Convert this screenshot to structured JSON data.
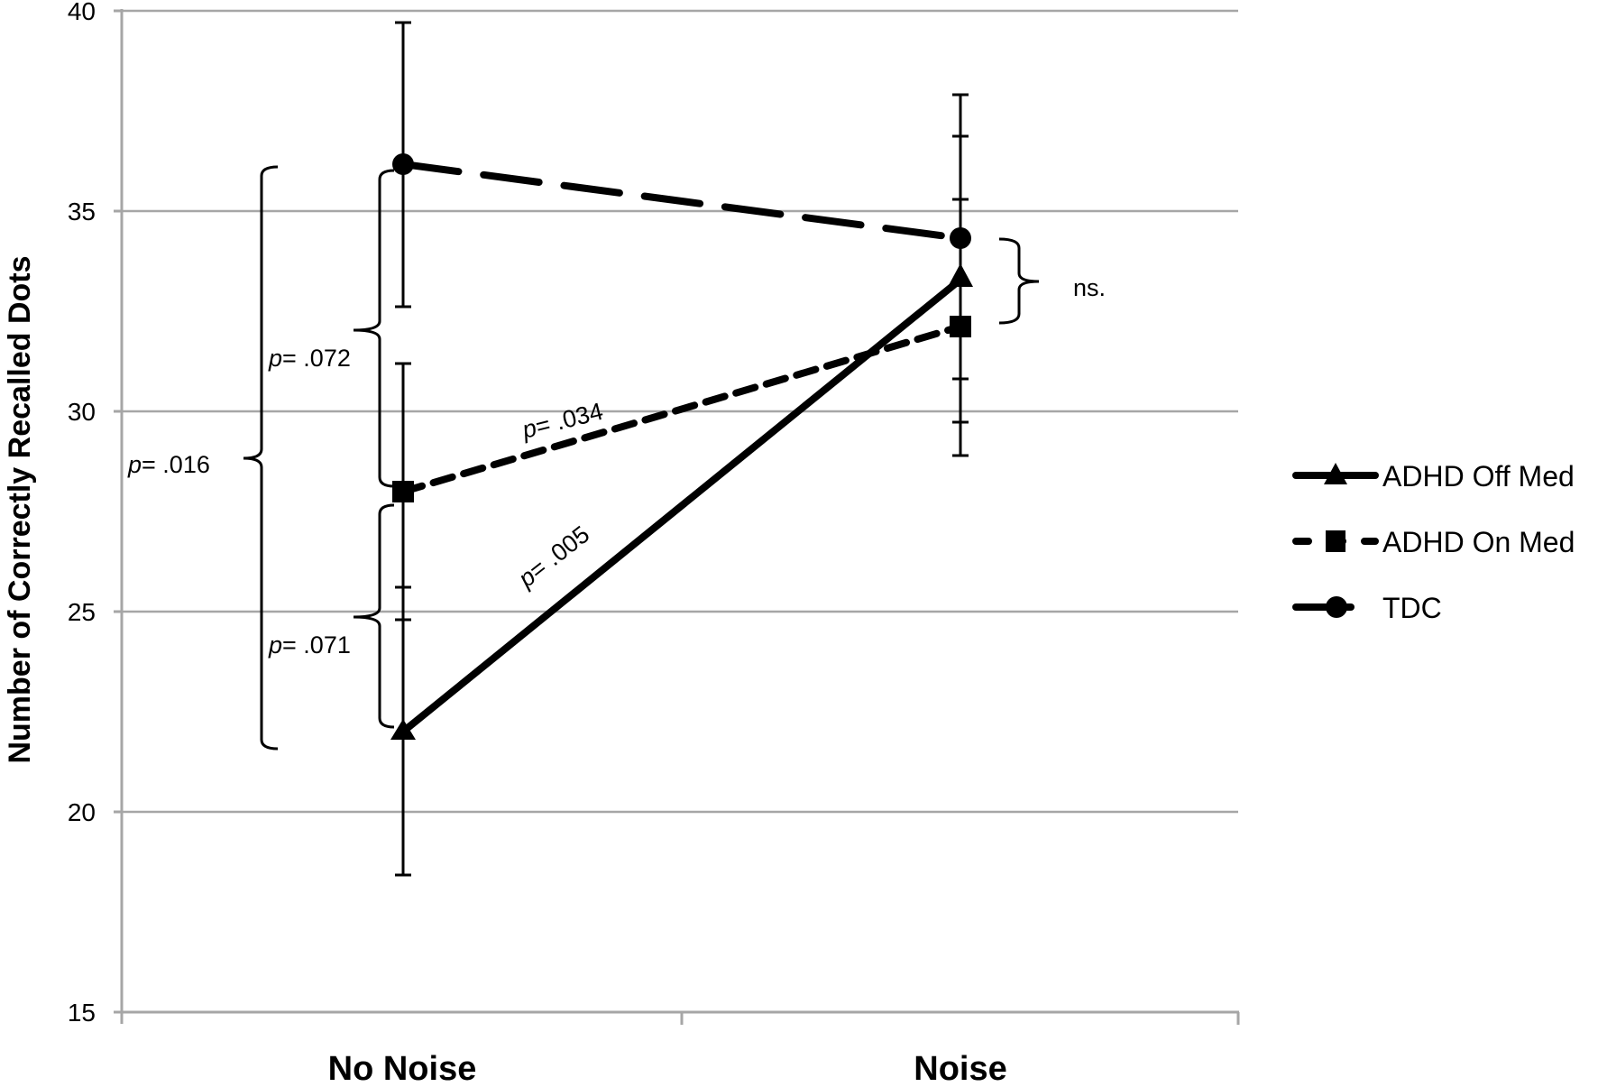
{
  "chart_data": {
    "type": "line",
    "title": "",
    "xlabel": "",
    "ylabel": "Number of Correctly Recalled Dots",
    "categories": [
      "No Noise",
      "Noise"
    ],
    "ylim": [
      15,
      40
    ],
    "yticks": [
      15,
      20,
      25,
      30,
      35,
      40
    ],
    "grid": true,
    "legend_position": "right",
    "series": [
      {
        "name": "ADHD Off Med",
        "marker": "triangle",
        "line": "solid",
        "values": [
          22.0,
          33.3
        ],
        "error_low": [
          18.4,
          29.7
        ],
        "error_high": [
          25.6,
          36.9
        ]
      },
      {
        "name": "ADHD On Med",
        "marker": "square",
        "line": "short-dash",
        "values": [
          28.0,
          32.1
        ],
        "error_low": [
          24.8,
          28.9
        ],
        "error_high": [
          31.2,
          35.3
        ]
      },
      {
        "name": "TDC",
        "marker": "circle",
        "line": "long-dash",
        "values": [
          36.2,
          34.35
        ],
        "error_low": [
          32.7,
          30.8
        ],
        "error_high": [
          39.7,
          37.9
        ]
      }
    ],
    "annotations": [
      {
        "text": "p= .016",
        "between": [
          "ADHD Off Med",
          "TDC"
        ],
        "condition": "No Noise"
      },
      {
        "text": "p= .072",
        "between": [
          "ADHD On Med",
          "TDC"
        ],
        "condition": "No Noise"
      },
      {
        "text": "p= .071",
        "between": [
          "ADHD Off Med",
          "ADHD On Med"
        ],
        "condition": "No Noise"
      },
      {
        "text": "p= .034",
        "series": "ADHD On Med",
        "comparison": "No Noise vs Noise"
      },
      {
        "text": "p= .005",
        "series": "ADHD Off Med",
        "comparison": "No Noise vs Noise"
      },
      {
        "text": "ns.",
        "between": [
          "all groups"
        ],
        "condition": "Noise"
      }
    ]
  },
  "axis": {
    "y_title": "Number of Correctly Recalled Dots",
    "y_ticks": [
      "15",
      "20",
      "25",
      "30",
      "35",
      "40"
    ],
    "x_categories": [
      "No Noise",
      "Noise"
    ]
  },
  "legend": {
    "items": [
      {
        "label": "ADHD Off Med"
      },
      {
        "label": "ADHD On Med"
      },
      {
        "label": "TDC"
      }
    ]
  },
  "annotations": {
    "p016": {
      "p": "p",
      "rest": "= .016"
    },
    "p072": {
      "p": "p",
      "rest": "= .072"
    },
    "p071": {
      "p": "p",
      "rest": "= .071"
    },
    "p034": {
      "p": "p",
      "rest": "= .034"
    },
    "p005": {
      "p": "p",
      "rest": "= .005"
    },
    "ns": "ns."
  }
}
